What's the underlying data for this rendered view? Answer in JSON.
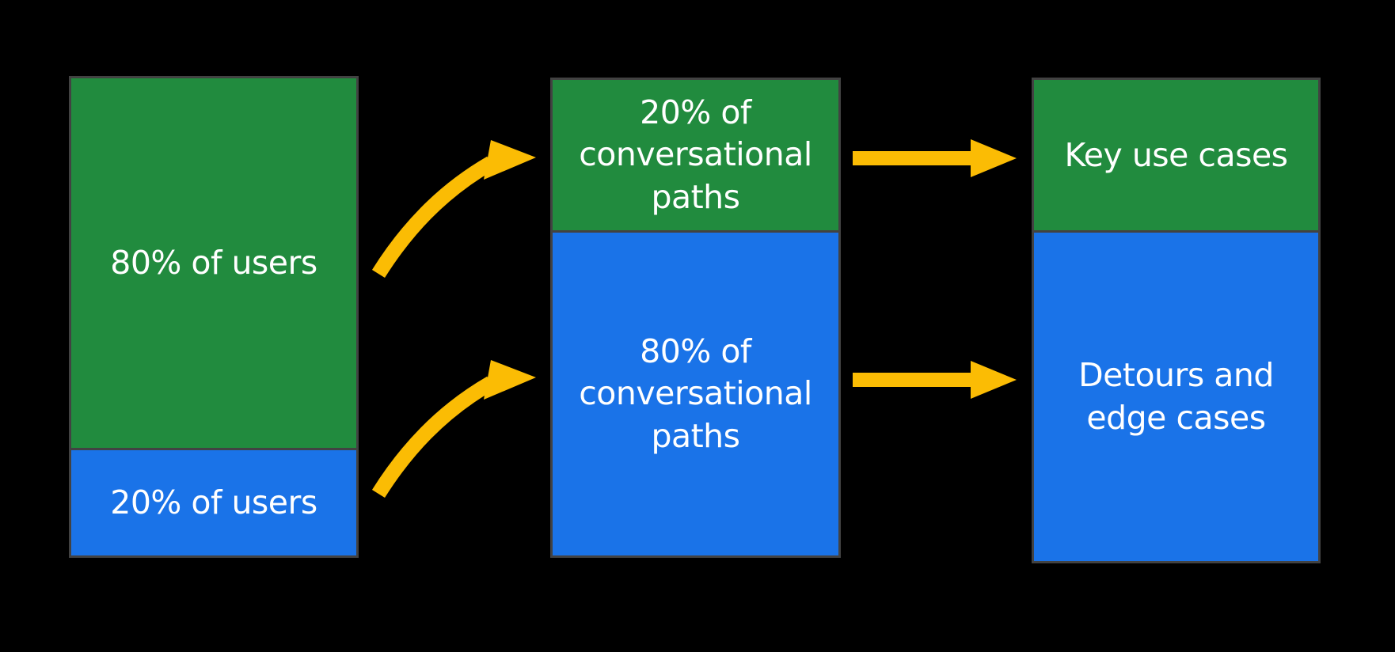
{
  "colors": {
    "segment_green": "#218B3E",
    "segment_blue": "#1A73E8",
    "arrow_yellow": "#FBBC04",
    "bar_border": "#424242",
    "background": "#000000",
    "label_text": "#FFFFFF"
  },
  "bars": {
    "users": {
      "green": {
        "label": "80% of users",
        "height_pct": 77
      },
      "blue": {
        "label": "20% of users",
        "height_pct": 23
      }
    },
    "paths": {
      "green": {
        "label": "20% of\nconversational\npaths",
        "height_pct": 32
      },
      "blue": {
        "label": "80% of\nconversational\npaths",
        "height_pct": 68
      }
    },
    "outcomes": {
      "green": {
        "label": "Key use cases",
        "height_pct": 31
      },
      "blue": {
        "label": "Detours and\nedge cases",
        "height_pct": 69
      }
    }
  }
}
